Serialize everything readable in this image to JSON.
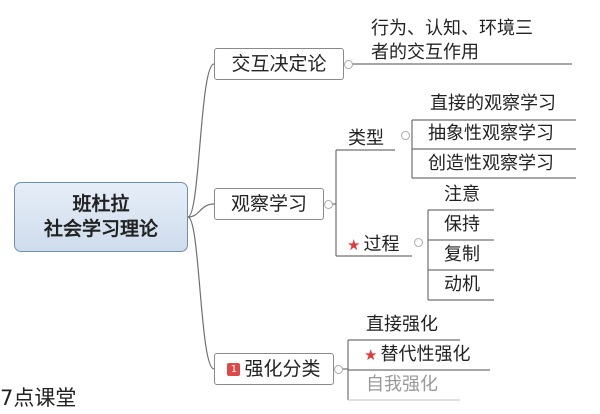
{
  "root": {
    "line1": "班杜拉",
    "line2": "社会学习理论"
  },
  "branches": {
    "interaction": {
      "label": "交互决定论",
      "note_line1": "行为、认知、环境三",
      "note_line2": "者的交互作用"
    },
    "observation": {
      "label": "观察学习",
      "types_label": "类型",
      "types": [
        "直接的观察学习",
        "抽象性观察学习",
        "创造性观察学习"
      ],
      "process_label": "过程",
      "process": [
        "注意",
        "保持",
        "复制",
        "动机"
      ]
    },
    "reinforcement": {
      "label": "强化分类",
      "badge": "1",
      "items": [
        "直接强化",
        "替代性强化",
        "自我强化"
      ]
    }
  },
  "footer": "7点课堂"
}
